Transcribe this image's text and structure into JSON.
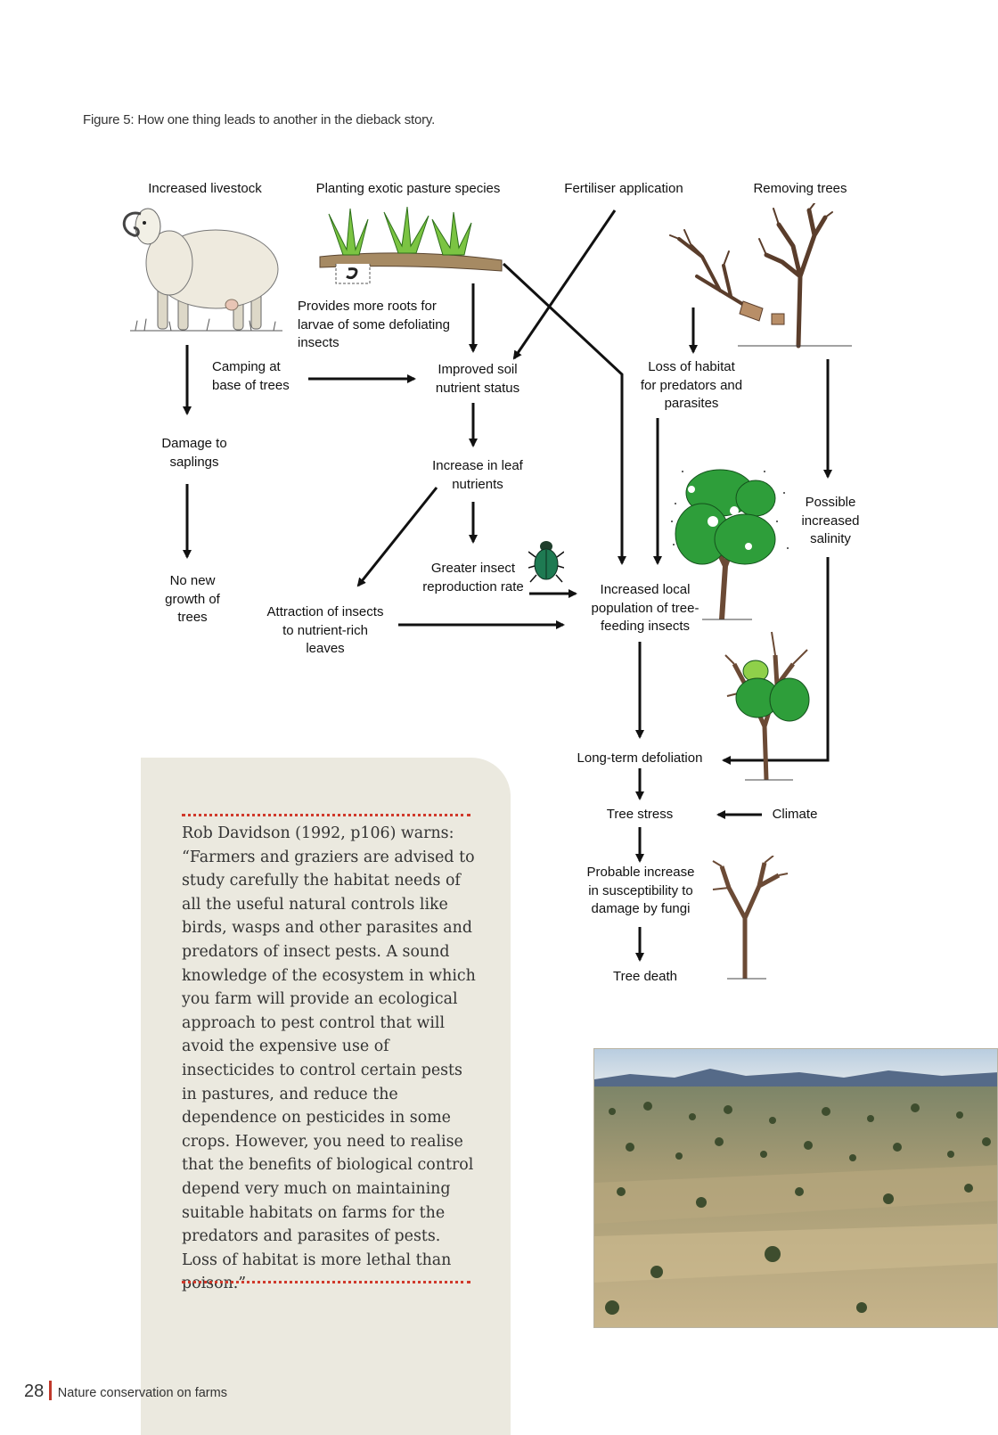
{
  "caption": "Figure 5: How one thing leads to another in the dieback story.",
  "diagram": {
    "increased_livestock": "Increased livestock",
    "planting_exotic": "Planting exotic pasture species",
    "fertiliser": "Fertiliser application",
    "removing_trees": "Removing trees",
    "provides_roots": "Provides more roots for\nlarvae of some defoliating\ninsects",
    "camping": "Camping at\nbase of trees",
    "improved_soil": "Improved soil\nnutrient status",
    "loss_habitat": "Loss of habitat\nfor predators and\nparasites",
    "damage_saplings": "Damage to\nsaplings",
    "increase_leaf": "Increase in leaf\nnutrients",
    "possible_salinity": "Possible\nincreased\nsalinity",
    "no_new_growth": "No new\ngrowth of\ntrees",
    "greater_insect": "Greater insect\nreproduction rate",
    "attraction": "Attraction of insects\nto nutrient-rich\nleaves",
    "increased_population": "Increased local\npopulation of tree-\nfeeding insects",
    "long_term": "Long-term defoliation",
    "tree_stress": "Tree stress",
    "climate": "Climate",
    "probable_increase": "Probable increase\nin susceptibility to\ndamage by fungi",
    "tree_death": "Tree death"
  },
  "quote": {
    "text": "Rob Davidson (1992, p106) warns: “Farmers and graziers are advised to study carefully the habitat needs of all the useful natural controls like birds, wasps and other parasites and predators of insect pests. A sound knowledge of the ecosystem in which you farm will provide an ecological approach to pest control that will avoid the expensive use of insecticides to control certain pests in pastures, and reduce the dependence on pesticides in some crops. However, you need to realise that the benefits of biological control depend very much on maintaining suitable habitats on farms for the predators and parasites of pests. Loss of habitat is more lethal than poison.”"
  },
  "footer": {
    "page_number": "28",
    "title": "Nature conservation on farms"
  },
  "colors": {
    "accent_red": "#c0392b",
    "quote_background": "#ebe9df",
    "foliage_green": "#2e9e3a"
  }
}
